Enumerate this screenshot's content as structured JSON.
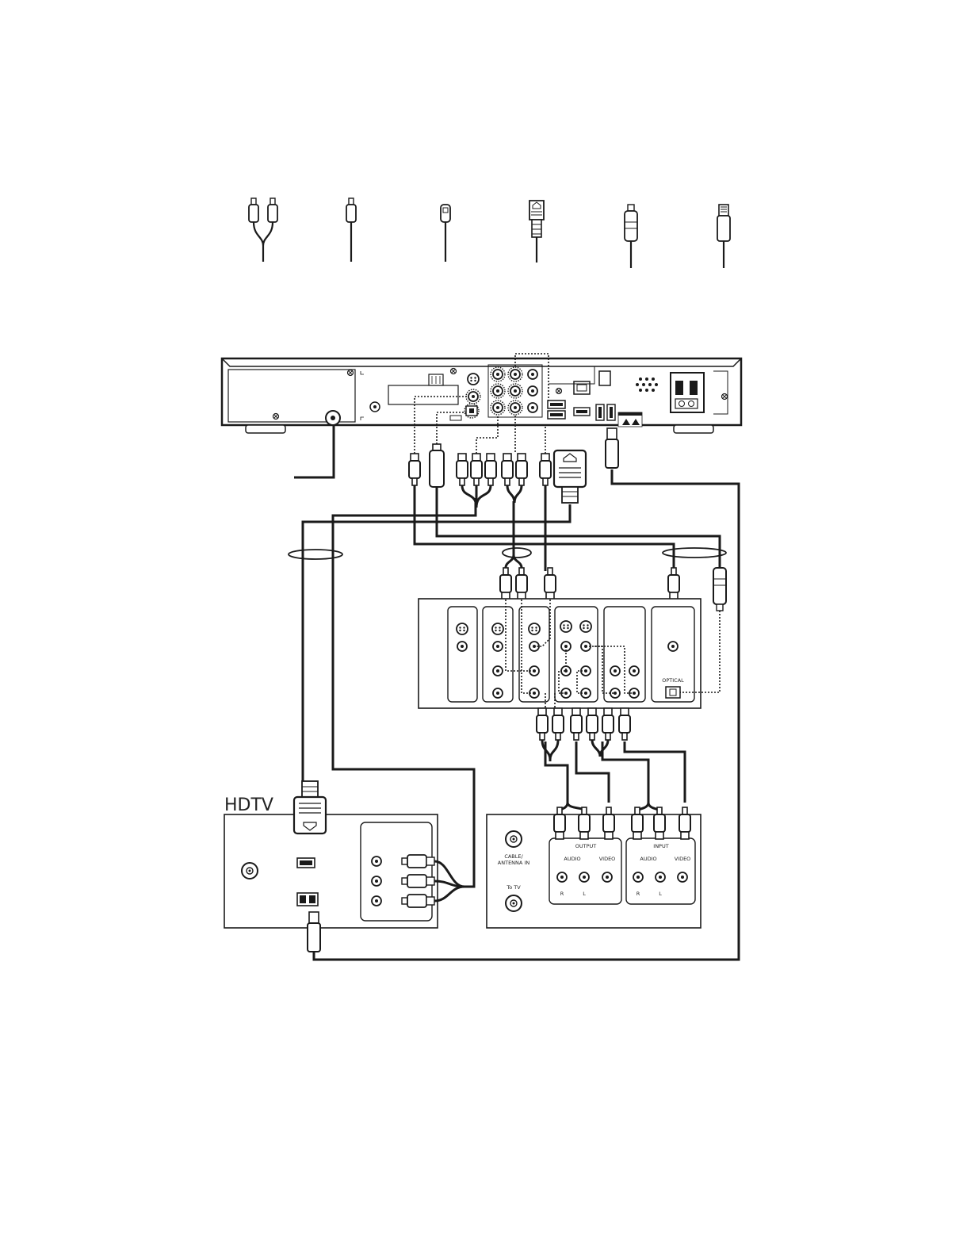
{
  "colors": {
    "ink": "#1a1a1a",
    "background": "#ffffff"
  },
  "cable_legend": [
    {
      "icon": "stereo-rca-cable-icon"
    },
    {
      "icon": "single-rca-cable-icon"
    },
    {
      "icon": "s-video-cable-icon"
    },
    {
      "icon": "hdmi-cable-icon"
    },
    {
      "icon": "optical-cable-icon"
    },
    {
      "icon": "usb-cable-icon"
    }
  ],
  "hdtv": {
    "title": "HDTV"
  },
  "vcr": {
    "cable_antenna_in": [
      "CABLE/",
      "ANTENNA IN"
    ],
    "to_tv": "To TV",
    "output": {
      "label": "OUTPUT",
      "audio": "AUDIO",
      "video": "VIDEO",
      "r": "R",
      "l": "L"
    },
    "input": {
      "label": "INPUT",
      "audio": "AUDIO",
      "video": "VIDEO",
      "r": "R",
      "l": "L"
    }
  },
  "receiver": {
    "optical_label": "OPTICAL"
  }
}
